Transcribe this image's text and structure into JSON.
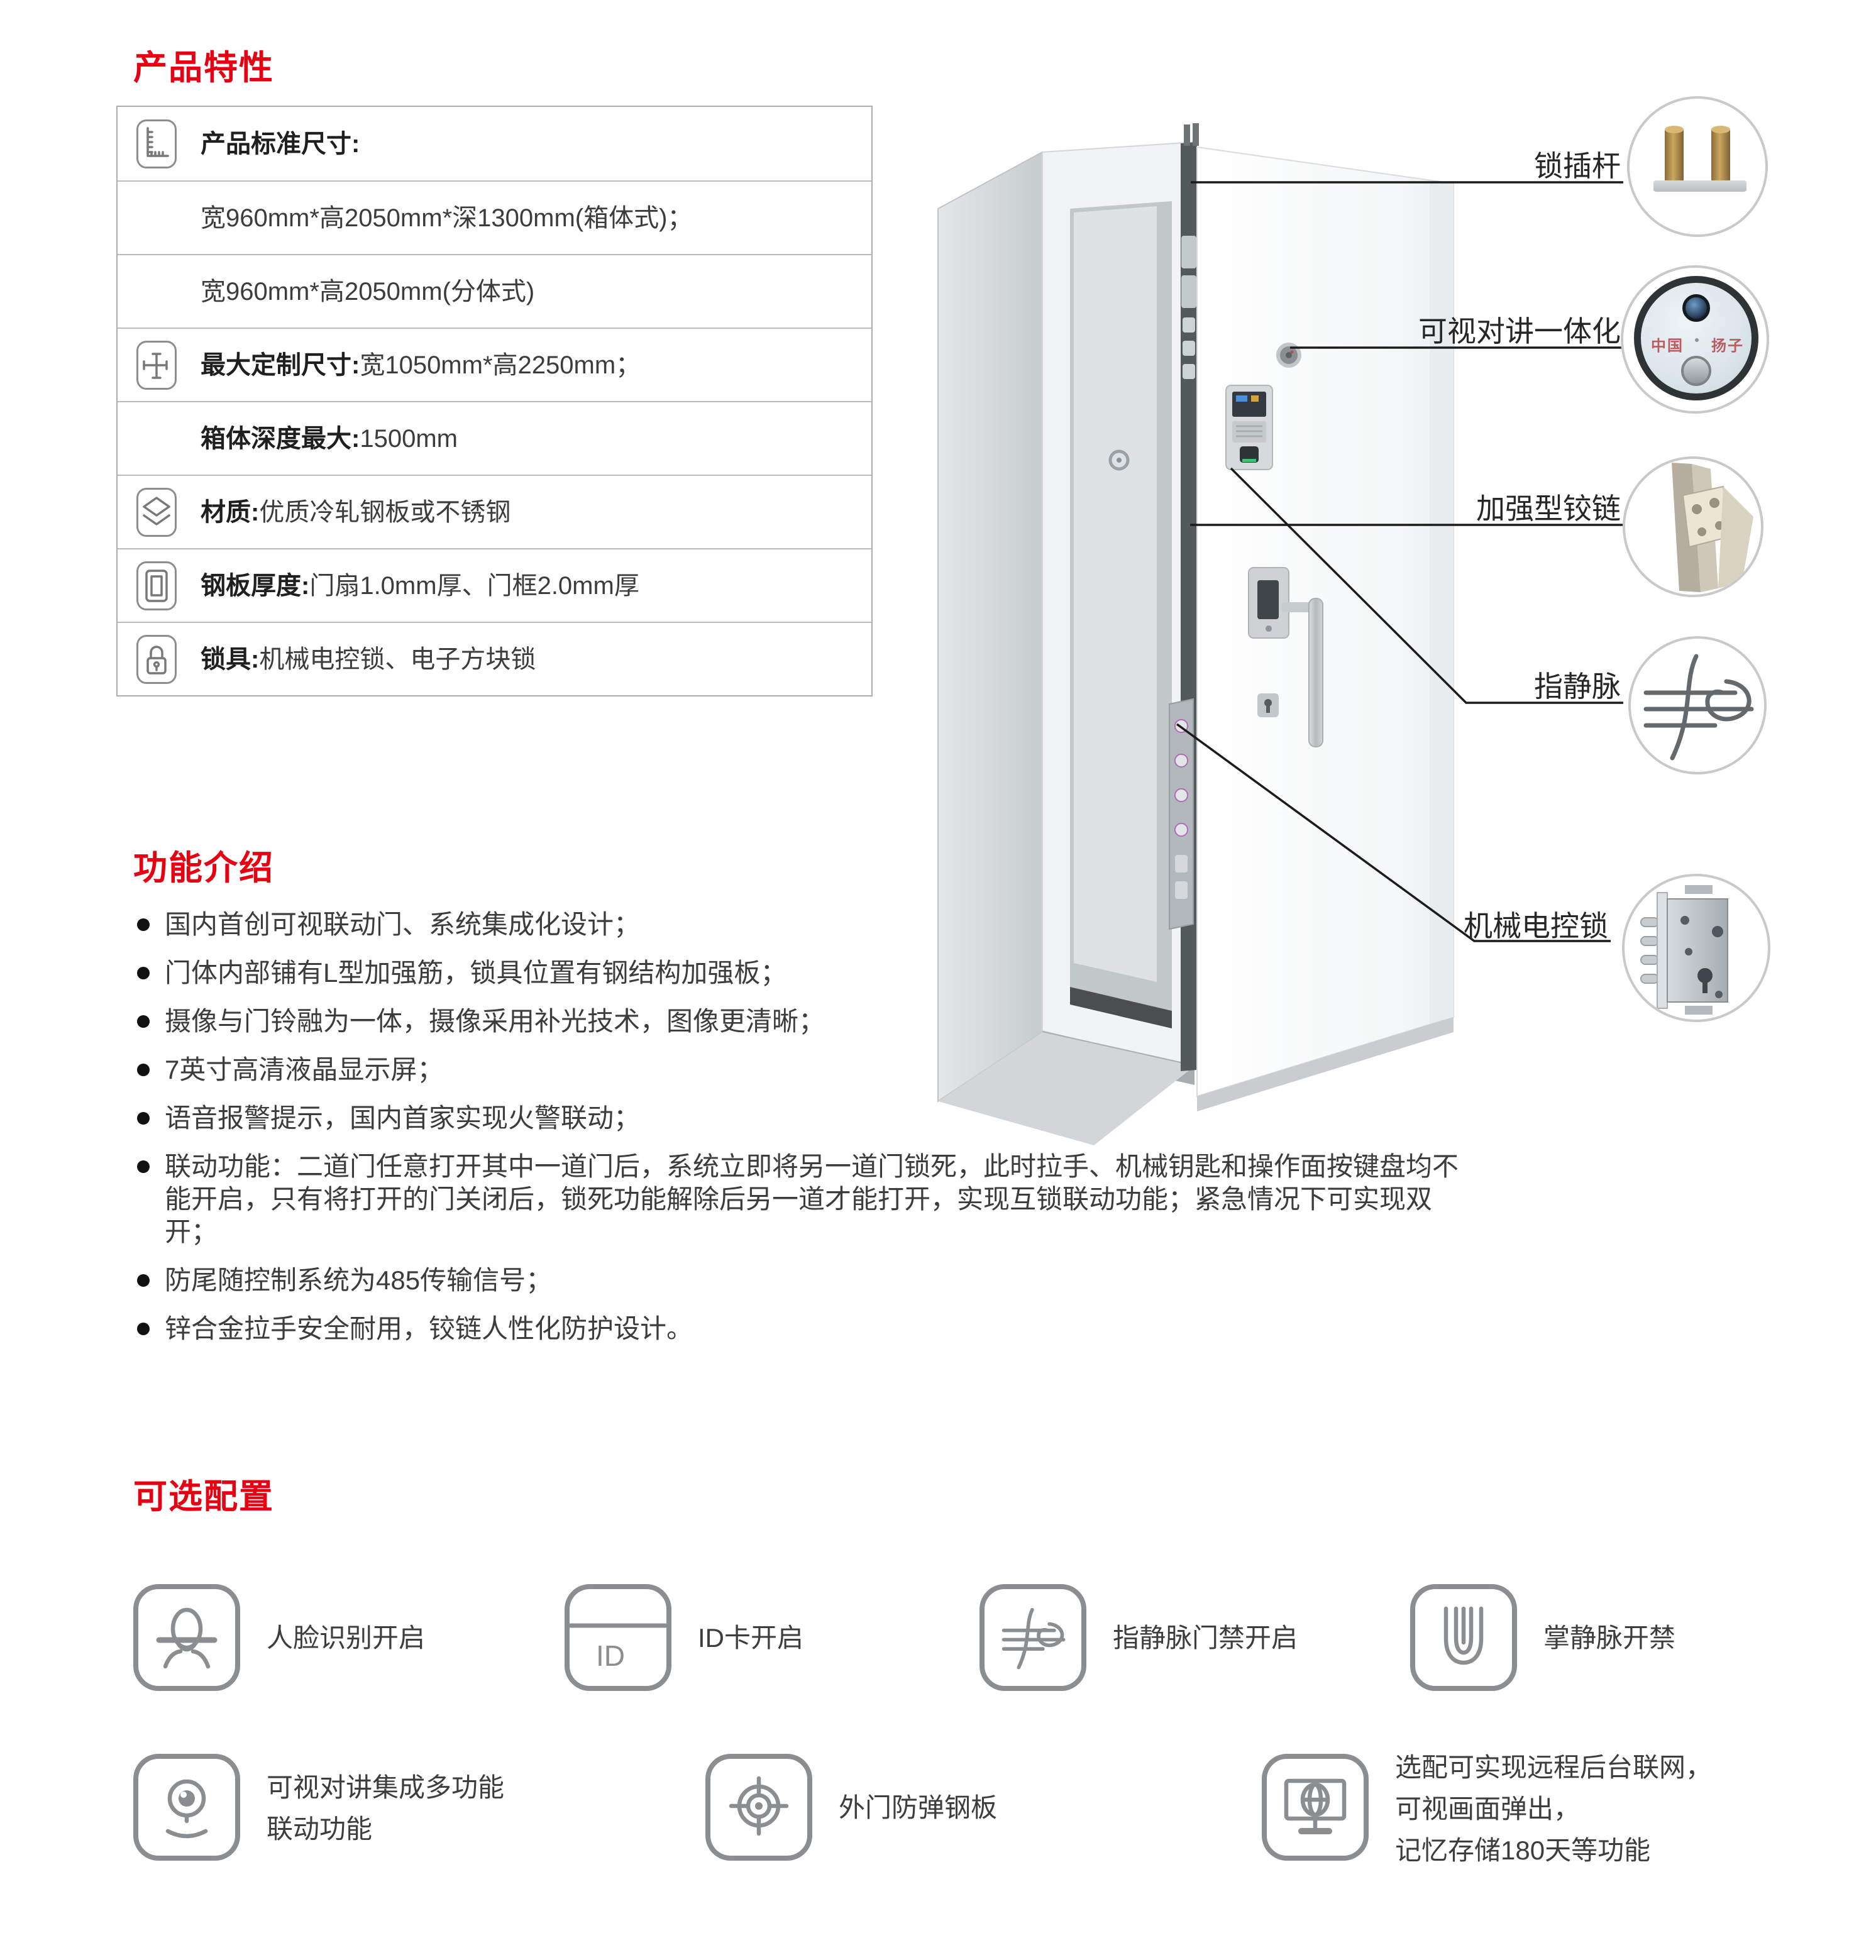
{
  "colors": {
    "accent_red": "#e60012",
    "body_text": "#3c3c3c",
    "line_black": "#1b1b1b",
    "border_gray": "#adadad"
  },
  "features": {
    "title": "产品特性",
    "table": {
      "rows": [
        {
          "icon": "ruler-icon",
          "label": "产品标准尺寸:",
          "value": ""
        },
        {
          "icon": "",
          "label": "",
          "value": "宽960mm*高2050mm*深1300mm(箱体式)；"
        },
        {
          "icon": "",
          "label": "",
          "value": "宽960mm*高2050mm(分体式)"
        },
        {
          "icon": "dimension-icon",
          "label": "最大定制尺寸:",
          "value": "宽1050mm*高2250mm；"
        },
        {
          "icon": "",
          "label": "箱体深度最大:",
          "value": "1500mm"
        },
        {
          "icon": "layers-icon",
          "label": "材质:",
          "value": "优质冷轧钢板或不锈钢"
        },
        {
          "icon": "door-icon",
          "label": "钢板厚度:",
          "value": "门扇1.0mm厚、门框2.0mm厚"
        },
        {
          "icon": "lock-icon",
          "label": "锁具:",
          "value": "机械电控锁、电子方块锁"
        }
      ]
    }
  },
  "door_callouts": {
    "labels": [
      {
        "label": "锁插杆"
      },
      {
        "label": "可视对讲一体化"
      },
      {
        "label": "加强型铰链"
      },
      {
        "label": "指静脉"
      },
      {
        "label": "机械电控锁"
      }
    ],
    "intercom_plate": {
      "left_text": "中国",
      "right_text": "扬子"
    }
  },
  "functions": {
    "title": "功能介绍",
    "bullets": [
      "国内首创可视联动门、系统集成化设计；",
      "门体内部铺有L型加强筋，锁具位置有钢结构加强板；",
      "摄像与门铃融为一体，摄像采用补光技术，图像更清晰；",
      "7英寸高清液晶显示屏；",
      "语音报警提示，国内首家实现火警联动；",
      "联动功能：二道门任意打开其中一道门后，系统立即将另一道门锁死，此时拉手、机械钥匙和操作面按键盘均不能开启，只有将打开的门关闭后，锁死功能解除后另一道才能打开，实现互锁联动功能；紧急情况下可实现双开；",
      "防尾随控制系统为485传输信号；",
      "锌合金拉手安全耐用，铰链人性化防护设计。"
    ]
  },
  "options": {
    "title": "可选配置",
    "items": [
      {
        "icon": "face-recognition-icon",
        "label": "人脸识别开启"
      },
      {
        "icon": "id-card-icon",
        "label": "ID卡开启",
        "icon_text": "ID"
      },
      {
        "icon": "finger-vein-icon",
        "label": "指静脉门禁开启"
      },
      {
        "icon": "palm-vein-icon",
        "label": "掌静脉开禁"
      },
      {
        "icon": "webcam-icon",
        "lines": [
          "可视对讲集成多功能",
          "联动功能"
        ]
      },
      {
        "icon": "target-icon",
        "label": "外门防弹钢板"
      },
      {
        "icon": "monitor-icon",
        "lines": [
          "选配可实现远程后台联网，",
          "可视画面弹出，",
          "记忆存储180天等功能"
        ]
      }
    ]
  }
}
